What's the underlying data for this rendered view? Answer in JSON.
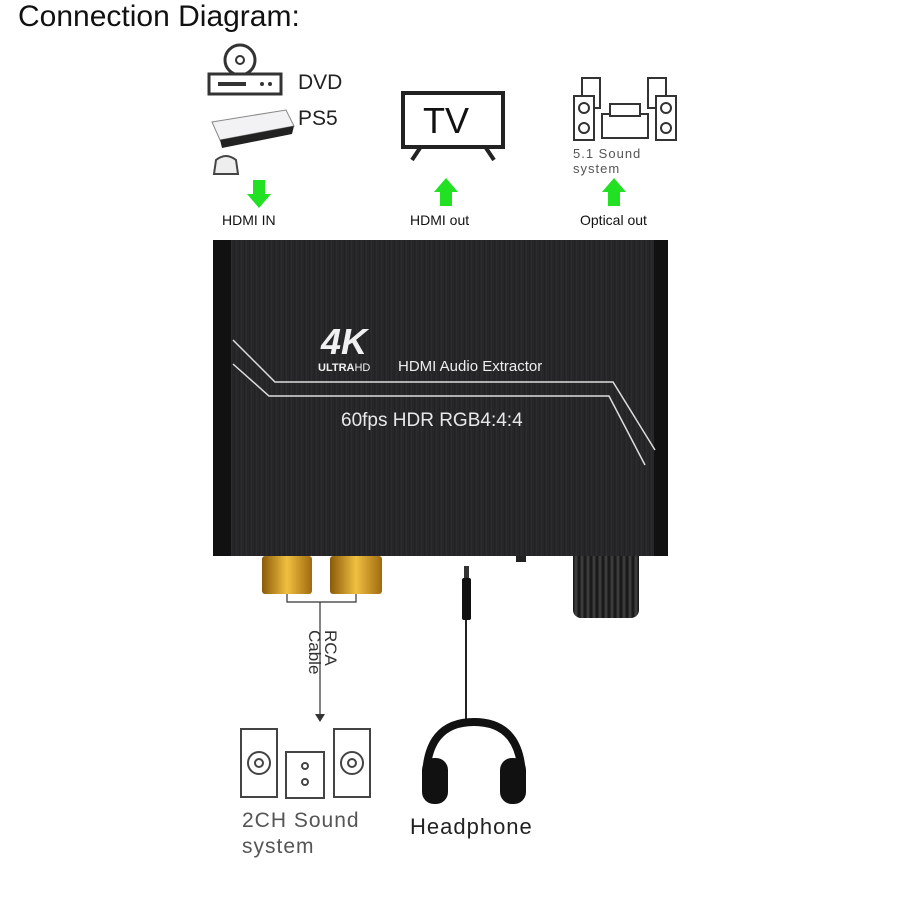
{
  "title": "Connection Diagram:",
  "sources": {
    "dvd": "DVD",
    "ps5": "PS5",
    "port": "HDMI IN"
  },
  "tv": {
    "label": "TV",
    "port": "HDMI out"
  },
  "surround": {
    "label_line1": "5.1 Sound",
    "label_line2": "system",
    "port": "Optical out"
  },
  "device": {
    "logo_4k": "4K",
    "logo_ultra": "ULTRA",
    "logo_hd": "HD",
    "name": "HDMI Audio Extractor",
    "spec": "60fps HDR  RGB4:4:4"
  },
  "rca": {
    "label_line1": "RCA",
    "label_line2": "Cable"
  },
  "stereo": {
    "label_line1": "2CH Sound",
    "label_line2": "system"
  },
  "headphone": {
    "label": "Headphone"
  },
  "colors": {
    "arrow": "#22e022",
    "device": "#262628",
    "gold": "#d4a020"
  }
}
